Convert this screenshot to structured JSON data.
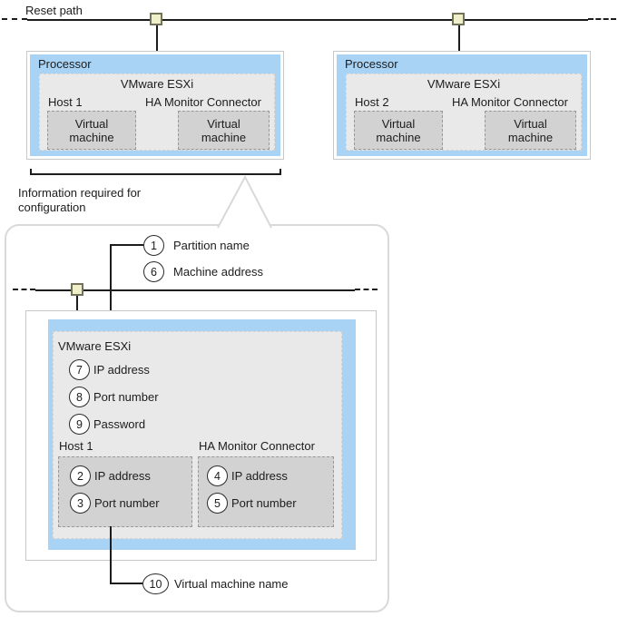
{
  "colors": {
    "line": "#1c1c1c",
    "panel_blue": "#a9d3f5",
    "panel_gray": "#e9e9e9",
    "vm_gray": "#d2d2d2",
    "node_fill": "#efefca",
    "node_border": "#72725a",
    "callout_border": "#d9d9d9"
  },
  "reset_path": {
    "label": "Reset path"
  },
  "info_note": {
    "line1": "Information required for",
    "line2": "configuration"
  },
  "processors": [
    {
      "title": "Processor",
      "hypervisor": "VMware ESXi",
      "host_label": "Host 1",
      "connector_label": "HA Monitor Connector",
      "host_vm": "Virtual machine",
      "connector_vm": "Virtual machine"
    },
    {
      "title": "Processor",
      "hypervisor": "VMware ESXi",
      "host_label": "Host 2",
      "connector_label": "HA Monitor Connector",
      "host_vm": "Virtual machine",
      "connector_vm": "Virtual machine"
    }
  ],
  "callout": {
    "top_items": [
      {
        "num": "1",
        "label": "Partition name"
      },
      {
        "num": "6",
        "label": "Machine address"
      }
    ],
    "esxi": {
      "title": "VMware ESXi",
      "items": [
        {
          "num": "7",
          "label": "IP address"
        },
        {
          "num": "8",
          "label": "Port number"
        },
        {
          "num": "9",
          "label": "Password"
        }
      ]
    },
    "host": {
      "title": "Host 1",
      "items": [
        {
          "num": "2",
          "label": "IP address"
        },
        {
          "num": "3",
          "label": "Port number"
        }
      ]
    },
    "connector": {
      "title": "HA Monitor Connector",
      "items": [
        {
          "num": "4",
          "label": "IP address"
        },
        {
          "num": "5",
          "label": "Port number"
        }
      ]
    },
    "bottom_item": {
      "num": "10",
      "label": "Virtual machine name"
    }
  }
}
